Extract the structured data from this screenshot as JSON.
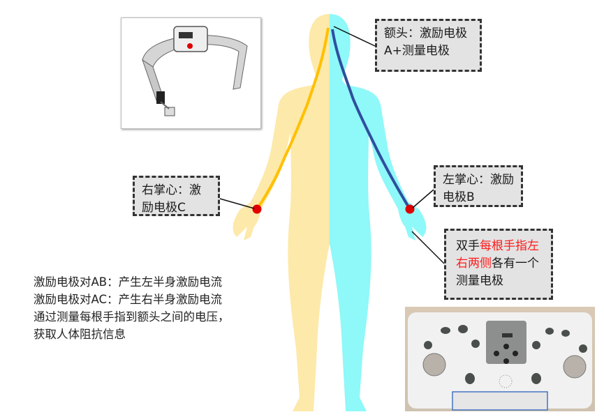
{
  "labels": {
    "forehead": "额头：激励电极A+测量电极",
    "right_palm": "右掌心：激励电极C",
    "left_palm": "左掌心：激励电极B",
    "fingers_prefix": "双手",
    "fingers_highlight": "每根手指左右两侧",
    "fingers_suffix": "各有一个测量电极"
  },
  "info": [
    "激励电极对AB：产生左半身激励电流",
    "激励电极对AC：产生右半身激励电流",
    "通过测量每根手指到额头之间的电压，",
    "获取人体阻抗信息"
  ],
  "colors": {
    "left_body": "#fde9a9",
    "right_body": "#8ff8f8",
    "left_wire": "#ffc000",
    "right_wire": "#2f4f9f",
    "electrode": "#e00000",
    "highlight": "#ff1a1a"
  }
}
